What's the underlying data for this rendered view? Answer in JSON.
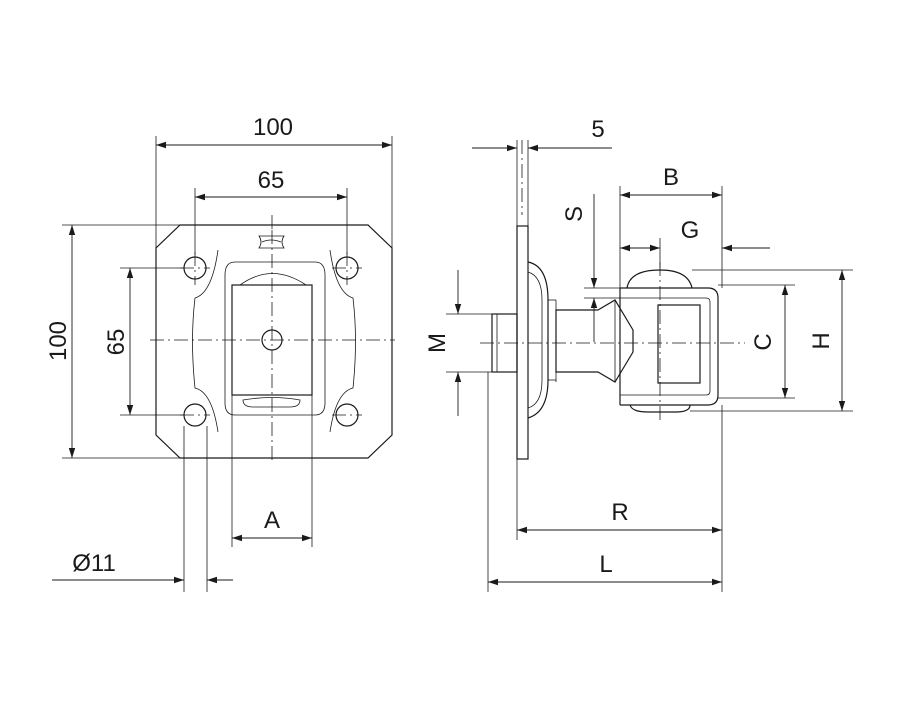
{
  "front_view": {
    "width_label": "100",
    "hole_spacing_x_label": "65",
    "height_label": "100",
    "hole_spacing_y_label": "65",
    "slot_width_label": "A",
    "hole_diameter_label": "Ø11"
  },
  "side_view": {
    "plate_thickness_label": "5",
    "b_label": "B",
    "g_label": "G",
    "s_label": "S",
    "m_label": "M",
    "c_label": "C",
    "h_label": "H",
    "r_label": "R",
    "l_label": "L"
  },
  "colors": {
    "line": "#1a1a1a",
    "background": "#ffffff"
  }
}
